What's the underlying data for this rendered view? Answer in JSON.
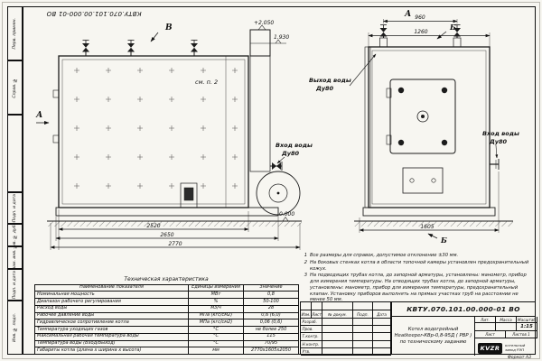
{
  "sheet": {
    "doc_number_top": "КВТУ.070.101.00.000-01  ВО",
    "format_label": "Формат  А3"
  },
  "side_stamps": [
    "Перв. примен.",
    "Справ. №",
    "Подп. и дата",
    "Инв. № дубл.",
    "Взам. инв. №",
    "Подп. и дата",
    "Инв. № подл."
  ],
  "views": {
    "left": {
      "view_label": "В",
      "section_label": "А",
      "note_ref": "см. п. 2",
      "elev_top": "+2.050",
      "elev_mid": "1.930",
      "elev_zero": "0.000",
      "dim_body": "2520",
      "dim_base": "2650",
      "dim_overall": "2770",
      "inlet_label": "Вход воды",
      "inlet_dn": "Ду80"
    },
    "right": {
      "view_label": "А",
      "arrow_label_top": "Б",
      "arrow_label_bottom": "Б",
      "dim_top": "960",
      "dim_upper": "1260",
      "dim_overall": "1605",
      "outlet_label": "Выход воды",
      "outlet_dn": "Ду80",
      "inlet_label": "Вход воды",
      "inlet_dn": "Ду80"
    }
  },
  "notes": {
    "items": [
      {
        "num": "1",
        "text": "Все размеры для справок, допустимое отклонение ±30 мм."
      },
      {
        "num": "2",
        "text": "На боковых стенках котла в области топочной камеры установлен предохранительный кожух."
      },
      {
        "num": "3",
        "text": "На подводящих трубах котла, до запорной арматуры, установлены: манометр, прибор для измерения температуры. На отводящих трубах котла, до запорной арматуры, установлены: манометр, прибор для измерения температуры, предохранительный клапан. Установку приборов выполнять на прямых участках труб на расстоянии не менее 50 мм."
      }
    ]
  },
  "spec_table": {
    "title": "Техническая характеристика",
    "headers": [
      "Наименование показателя",
      "Единицы измерения",
      "Значение"
    ],
    "rows": [
      [
        "Номинальная мощность",
        "МВт",
        "0,8"
      ],
      [
        "Диапазон рабочего регулирования",
        "%",
        "50-100"
      ],
      [
        "Расход воды",
        "м3/ч",
        "28"
      ],
      [
        "Рабочее давление воды",
        "МПа (кгс/см2)",
        "0,6 (6,0)"
      ],
      [
        "Гидравлическое сопротивление котла",
        "МПа (кгс/см2)",
        "0,06 (0,6)"
      ],
      [
        "Температура уходящих газов",
        "°С",
        "не более 250"
      ],
      [
        "Максимальная рабочая температура воды",
        "°С",
        "115"
      ],
      [
        "Температура воды (Вход/Выход)",
        "°С",
        "70/95"
      ],
      [
        "Габариты котла (длина х ширина х высота)",
        "мм",
        "2770х1605х2050"
      ]
    ]
  },
  "title_block": {
    "doc_number": "КВТУ.070.101.00.000-01  ВО",
    "header_cols": [
      "Изм.",
      "Лист",
      "№ докум.",
      "Подп.",
      "Дата"
    ],
    "sign_rows": [
      "Разраб.",
      "Пров.",
      "Т.контр.",
      "Н.контр.",
      "Утв."
    ],
    "product_line1": "Котел водогрейный",
    "product_line2": "Heatkeeper-КВр-0,8-95Д ( РВР )",
    "product_line3": "по техническому заданию",
    "lit_label": "Лит.",
    "mass_label": "Масса",
    "scale_label": "Масштаб",
    "scale_value": "1:15",
    "sheet_label": "Лист",
    "sheets_label": "Листов  1",
    "logo_text": "KVZR",
    "logo_sub1": "котельный",
    "logo_sub2": "завод РЭП"
  }
}
